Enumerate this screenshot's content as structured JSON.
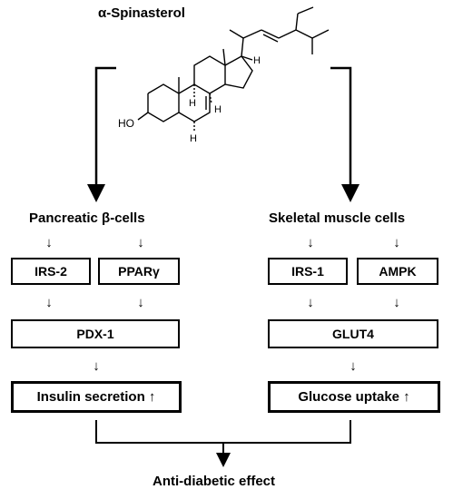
{
  "compound": {
    "name": "α-Spinasterol",
    "atom_labels": {
      "ho": "HO",
      "h": "H"
    }
  },
  "left_branch": {
    "title": "Pancreatic β-cells",
    "box_a": "IRS-2",
    "box_b": "PPARγ",
    "box_c": "PDX-1",
    "outcome": "Insulin secretion ↑"
  },
  "right_branch": {
    "title": "Skeletal muscle cells",
    "box_a": "IRS-1",
    "box_b": "AMPK",
    "box_c": "GLUT4",
    "outcome": "Glucose uptake ↑"
  },
  "final_effect": "Anti-diabetic effect",
  "small_arrow_glyph": "↓"
}
